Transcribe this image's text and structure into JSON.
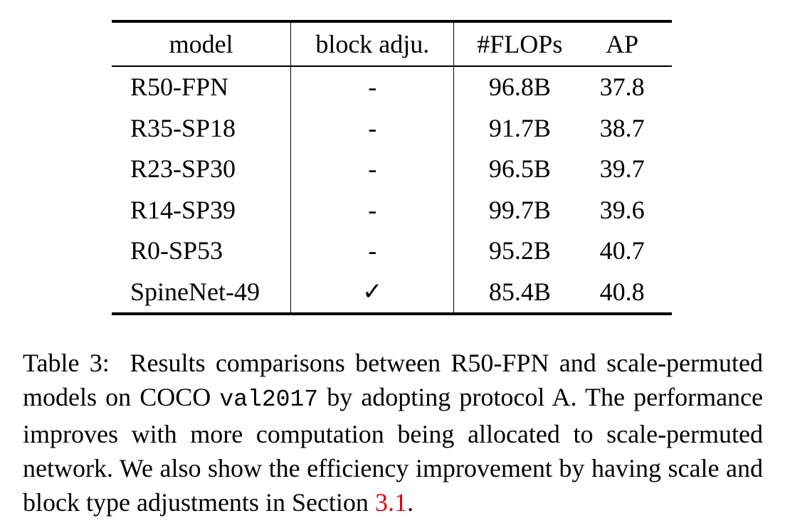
{
  "table": {
    "headers": [
      "model",
      "block adju.",
      "#FLOPs",
      "AP"
    ],
    "rows": [
      {
        "model": "R50-FPN",
        "block_adju": "-",
        "flops": "96.8B",
        "ap": "37.8"
      },
      {
        "model": "R35-SP18",
        "block_adju": "-",
        "flops": "91.7B",
        "ap": "38.7"
      },
      {
        "model": "R23-SP30",
        "block_adju": "-",
        "flops": "96.5B",
        "ap": "39.7"
      },
      {
        "model": "R14-SP39",
        "block_adju": "-",
        "flops": "99.7B",
        "ap": "39.6"
      },
      {
        "model": "R0-SP53",
        "block_adju": "-",
        "flops": "95.2B",
        "ap": "40.7"
      },
      {
        "model": "SpineNet-49",
        "block_adju": "✓",
        "flops": "85.4B",
        "ap": "40.8"
      }
    ]
  },
  "caption": {
    "label": "Table 3:",
    "text_1": "Results comparisons between R50-FPN and scale-permuted models on COCO",
    "code": "val2017",
    "text_2": "by adopting protocol A. The performance improves with more computation being allocated to scale-permuted network. We also show the efficiency improvement by having scale and block type adjustments in Section",
    "section_ref": "3.1",
    "text_end": "."
  },
  "colors": {
    "reference_link": "#e8000b"
  }
}
